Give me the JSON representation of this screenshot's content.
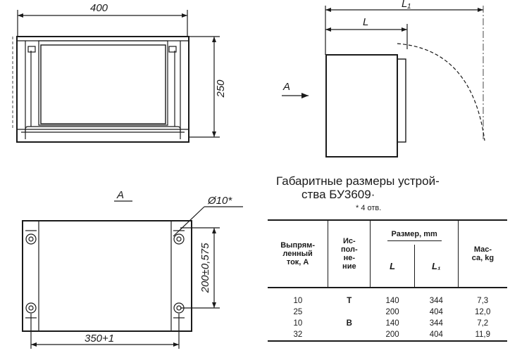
{
  "drawings": {
    "front": {
      "width_label": "400",
      "height_label": "250"
    },
    "side": {
      "l1_label": "L₁",
      "l_label": "L",
      "view_arrow_label": "A"
    },
    "bottom": {
      "view_label": "A",
      "hole_label": "Ø10*",
      "height_label": "200±0,575",
      "width_label": "350+1"
    }
  },
  "caption": {
    "line1": "Габаритные  размеры  устрой-",
    "line2": "ства БУ3609·",
    "note": "* 4  отв."
  },
  "table": {
    "headers": {
      "current": "Выпрям-\nленный\nток, А",
      "execution": "Ис-\nпол-\nне-\nние",
      "size": "Размер, mm",
      "L": "L",
      "L1": "L₁",
      "mass": "Мас-\nса, kg"
    },
    "rows": [
      {
        "current": "10",
        "execution": "Т",
        "L": "140",
        "L1": "344",
        "mass": "7,3"
      },
      {
        "current": "25",
        "execution": "",
        "L": "200",
        "L1": "404",
        "mass": "12,0"
      },
      {
        "current": "10",
        "execution": "В",
        "L": "140",
        "L1": "344",
        "mass": "7,2"
      },
      {
        "current": "32",
        "execution": "",
        "L": "200",
        "L1": "404",
        "mass": "11,9"
      }
    ]
  }
}
